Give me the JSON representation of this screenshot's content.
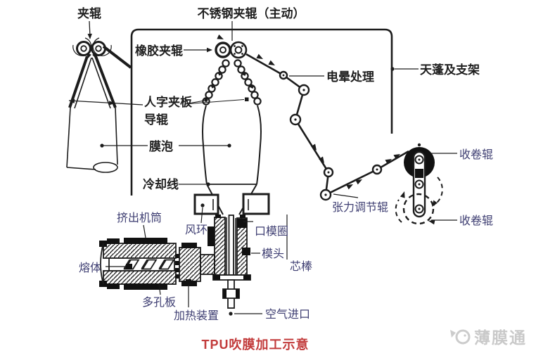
{
  "diagram": {
    "title": "TPU吹膜加工示意",
    "watermark": "薄膜通",
    "labels": {
      "nip_roller": "夹辊",
      "stainless_nip_roller": "不锈钢夹辊（主动）",
      "rubber_nip_roller": "橡胶夹辊",
      "herringbone_plate": "人字夹板",
      "guide_roller": "导辊",
      "film_bubble": "膜泡",
      "cooling_line": "冷却线",
      "corona_treatment": "电晕处理",
      "canopy_support": "天蓬及支架",
      "winding_roller_top": "收卷辊",
      "tension_roller": "张力调节辊",
      "winding_roller_bottom": "收卷辊",
      "extruder_barrel": "挤出机筒",
      "air_ring": "风环",
      "die_ring": "口模圈",
      "die_head": "模头",
      "core_rod": "芯棒",
      "melt": "熔体",
      "porous_plate": "多孔板",
      "heating_device": "加热装置",
      "air_inlet": "空气进口"
    },
    "colors": {
      "ink": "#1f1f1f",
      "label_black": "#1f1f1f",
      "label_navy": "#3e3e72",
      "title_red": "#c23b3b",
      "watermark_gray": "#c9c9c9"
    }
  }
}
